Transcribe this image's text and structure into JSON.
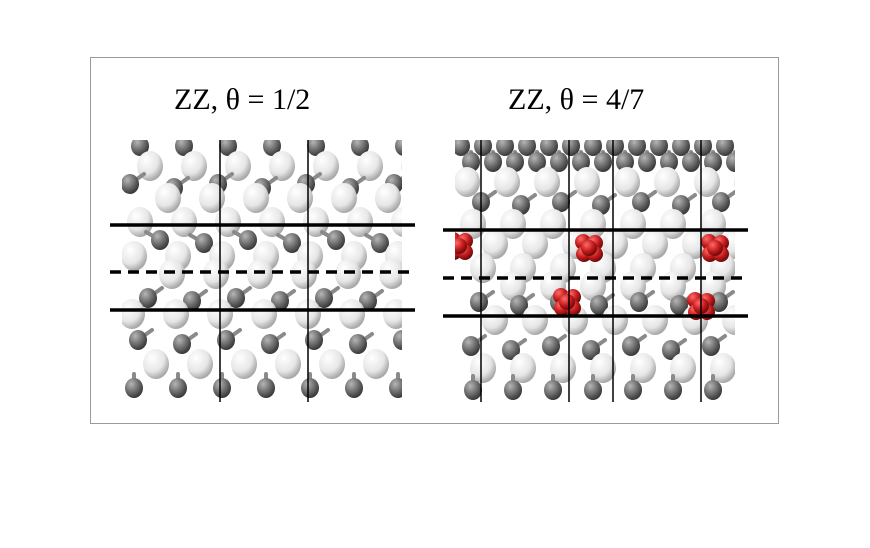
{
  "panels": [
    {
      "title": "ZZ, θ = 1/2",
      "key": "left"
    },
    {
      "title": "ZZ, θ = 4/7",
      "key": "right"
    }
  ],
  "colors": {
    "carbon": "#6b6b6b",
    "hydrogen": "#ececec",
    "adsorbate": "#c21a1a",
    "line": "#000000",
    "frame_border": "#9a9a9a"
  }
}
